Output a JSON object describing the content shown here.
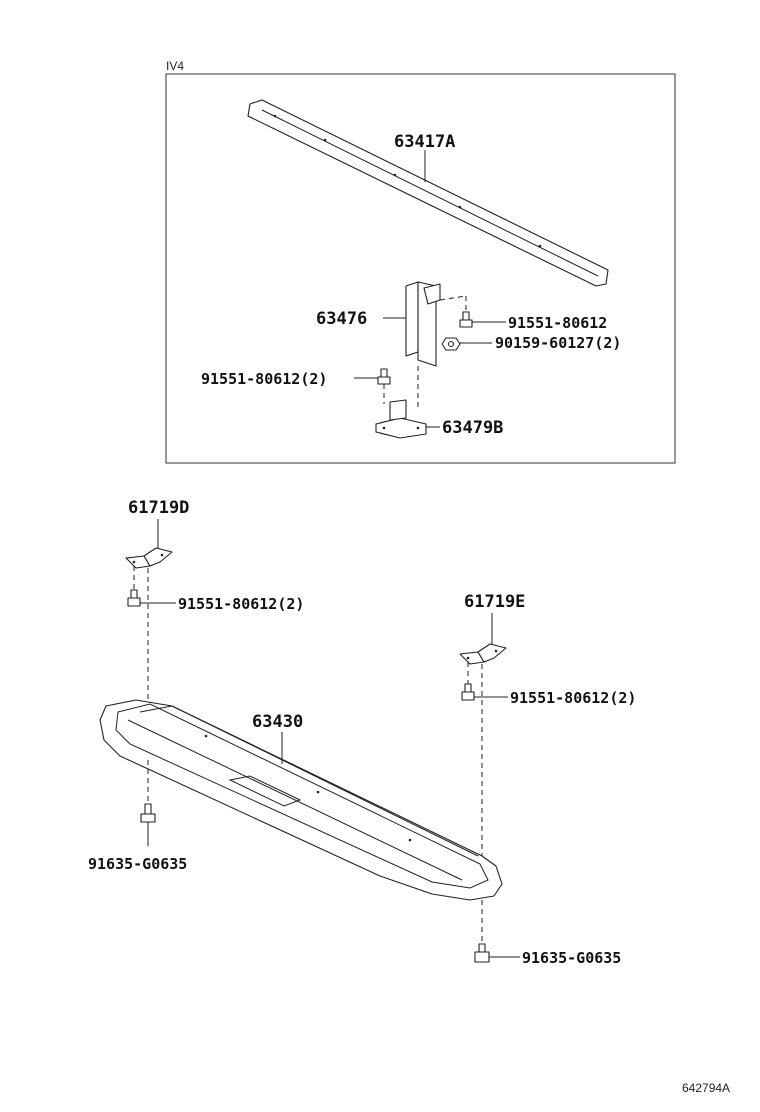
{
  "diagram": {
    "inset_tag": "IV4",
    "drawing_id": "642794A",
    "parts": {
      "p63417A": "63417A",
      "p63476": "63476",
      "p91551_80612_a": "91551-80612",
      "p90159_60127": "90159-60127(2)",
      "p91551_80612_b": "91551-80612(2)",
      "p63479B": "63479B",
      "p61719D": "61719D",
      "p91551_80612_c": "91551-80612(2)",
      "p61719E": "61719E",
      "p91551_80612_d": "91551-80612(2)",
      "p63430": "63430",
      "p91635_G0635_a": "91635-G0635",
      "p91635_G0635_b": "91635-G0635"
    }
  }
}
